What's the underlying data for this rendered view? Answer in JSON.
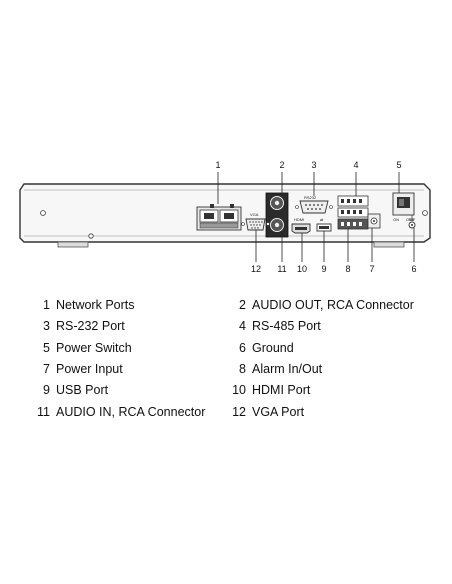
{
  "panel_labels": {
    "vga": "VGA",
    "rs232": "RS232",
    "hdmi": "HDMI",
    "usb": "⇌",
    "onoff_on": "ON",
    "onoff_off": "OFF"
  },
  "callouts": [
    {
      "num": "1",
      "label": "Network Ports"
    },
    {
      "num": "2",
      "label": "AUDIO OUT, RCA Connector"
    },
    {
      "num": "3",
      "label": "RS-232 Port"
    },
    {
      "num": "4",
      "label": "RS-485 Port"
    },
    {
      "num": "5",
      "label": "Power Switch"
    },
    {
      "num": "6",
      "label": "Ground"
    },
    {
      "num": "7",
      "label": "Power Input"
    },
    {
      "num": "8",
      "label": "Alarm In/Out"
    },
    {
      "num": "9",
      "label": "USB Port"
    },
    {
      "num": "10",
      "label": "HDMI Port"
    },
    {
      "num": "11",
      "label": "AUDIO IN, RCA Connector"
    },
    {
      "num": "12",
      "label": "VGA Port"
    }
  ]
}
